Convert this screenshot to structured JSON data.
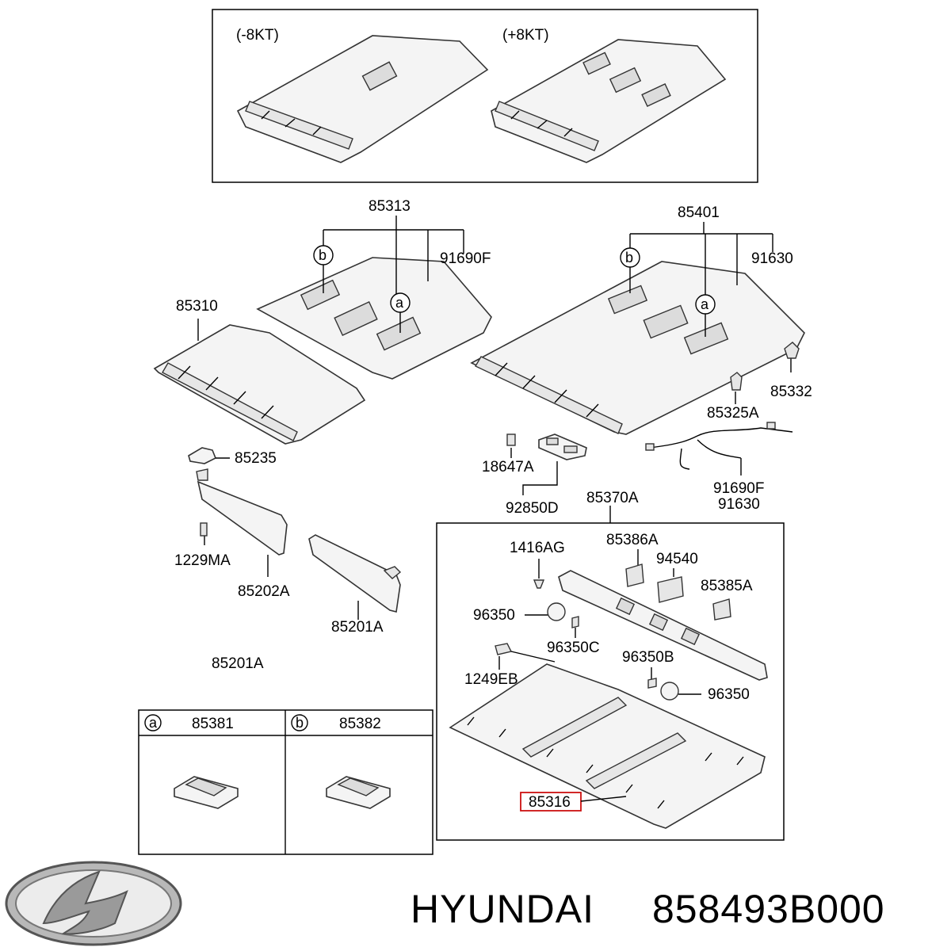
{
  "variants": {
    "minus": "(-8KT)",
    "plus": "(+8KT)"
  },
  "labels": {
    "p85313": "85313",
    "p91690F_top": "91690F",
    "p85401": "85401",
    "p91630_top": "91630",
    "p85310": "85310",
    "p85332": "85332",
    "p85325A": "85325A",
    "p85235": "85235",
    "p18647A": "18647A",
    "p92850D": "92850D",
    "p91690F_bot": "91690F",
    "p91630_bot": "91630",
    "p85370A": "85370A",
    "p1229MA": "1229MA",
    "p85202A": "85202A",
    "p85201A_a": "85201A",
    "p85201A_b": "85201A",
    "p1416AG": "1416AG",
    "p85386A": "85386A",
    "p94540": "94540",
    "p85385A": "85385A",
    "p96350_a": "96350",
    "p96350C": "96350C",
    "p96350B": "96350B",
    "p1249EB": "1249EB",
    "p96350_b": "96350",
    "p85316": "85316"
  },
  "callouts": {
    "a": "a",
    "b": "b"
  },
  "legend": {
    "a_letter": "a",
    "a_part": "85381",
    "b_letter": "b",
    "b_part": "85382"
  },
  "highlight_color": "#cc1111",
  "logo": {
    "icon": "hyundai-logo-icon"
  },
  "brand": {
    "name": "HYUNDAI",
    "part_number": "858493B000"
  }
}
